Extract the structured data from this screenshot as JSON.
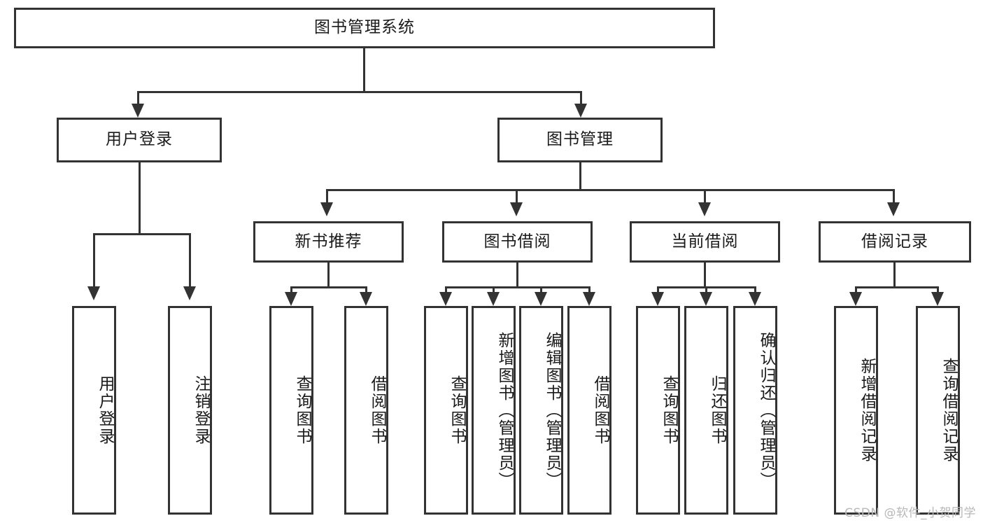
{
  "diagram": {
    "title": "图书管理系统",
    "type": "tree-hierarchy",
    "root": {
      "id": "root",
      "label": "图书管理系统"
    },
    "level2": [
      {
        "id": "user-login",
        "label": "用户登录"
      },
      {
        "id": "book-manage",
        "label": "图书管理"
      }
    ],
    "level3": [
      {
        "id": "new-book-recommend",
        "label": "新书推荐",
        "parent": "book-manage"
      },
      {
        "id": "book-borrow",
        "label": "图书借阅",
        "parent": "book-manage"
      },
      {
        "id": "current-borrow",
        "label": "当前借阅",
        "parent": "book-manage"
      },
      {
        "id": "borrow-record",
        "label": "借阅记录",
        "parent": "book-manage"
      }
    ],
    "leaves": {
      "user_login": [
        {
          "id": "leaf-user-login",
          "label": "用户登录"
        },
        {
          "id": "leaf-user-logout",
          "label": "注销登录"
        }
      ],
      "new_book_recommend": [
        {
          "id": "leaf-query-book-1",
          "label": "查询图书"
        },
        {
          "id": "leaf-borrow-book-1",
          "label": "借阅图书"
        }
      ],
      "book_borrow": [
        {
          "id": "leaf-query-book-2",
          "label": "查询图书"
        },
        {
          "id": "leaf-add-book",
          "label": "新增图书（管理员）"
        },
        {
          "id": "leaf-edit-book",
          "label": "编辑图书（管理员）"
        },
        {
          "id": "leaf-borrow-book-2",
          "label": "借阅图书"
        }
      ],
      "current_borrow": [
        {
          "id": "leaf-query-book-3",
          "label": "查询图书"
        },
        {
          "id": "leaf-return-book",
          "label": "归还图书"
        },
        {
          "id": "leaf-confirm-return",
          "label": "确认归还（管理员）"
        }
      ],
      "borrow_record": [
        {
          "id": "leaf-add-record",
          "label": "新增借阅记录"
        },
        {
          "id": "leaf-query-record",
          "label": "查询借阅记录"
        }
      ]
    },
    "colors": {
      "border": "#333333",
      "background": "#ffffff",
      "text": "#1a1a1a",
      "watermark": "#b8b8b8"
    }
  },
  "watermark": {
    "text": "CSDN @软件_小贺同学"
  }
}
